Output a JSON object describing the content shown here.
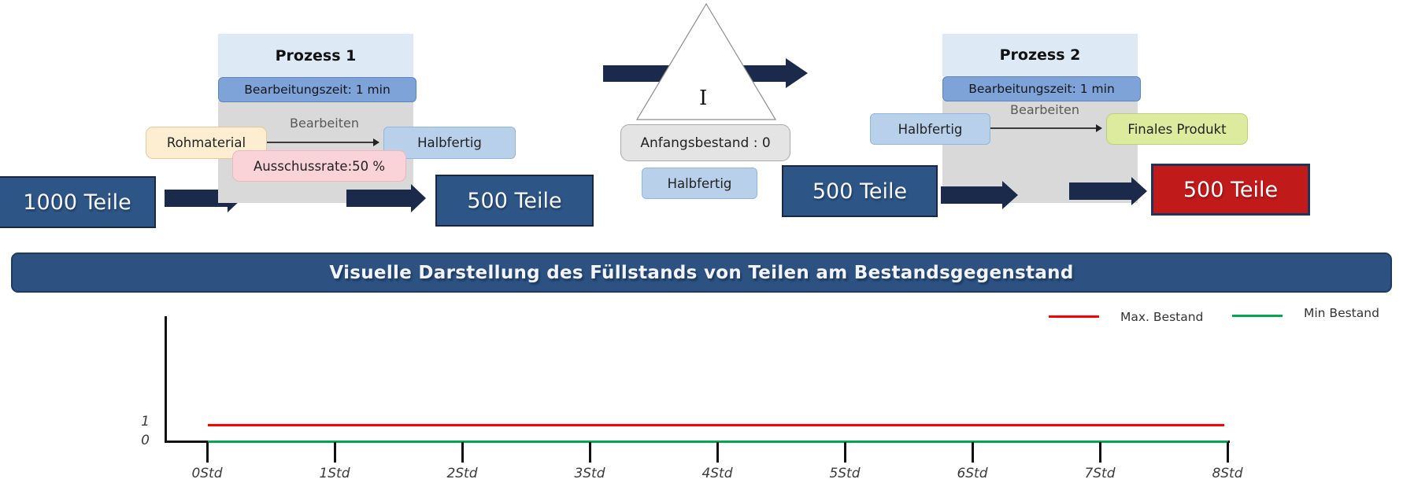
{
  "diagram": {
    "input_box": "1000 Teile",
    "arrow_between_1": "500 Teile",
    "arrow_between_2": "500 Teile",
    "output_box": "500 Teile",
    "process1": {
      "title": "Prozess 1",
      "processing_time": "Bearbeitungszeit: 1 min",
      "action": "Bearbeiten",
      "input_node": "Rohmaterial",
      "output_node": "Halbfertig",
      "scrap_rate": "Ausschussrate:50 %"
    },
    "inventory": {
      "symbol": "I",
      "initial_stock": "Anfangsbestand : 0",
      "item": "Halbfertig"
    },
    "process2": {
      "title": "Prozess 2",
      "processing_time": "Bearbeitungszeit: 1 min",
      "action": "Bearbeiten",
      "input_node": "Halbfertig",
      "output_node": "Finales Produkt"
    }
  },
  "banner": {
    "title": "Visuelle Darstellung des Füllstands von Teilen am Bestandsgegenstand"
  },
  "chart_data": {
    "type": "line",
    "title": "Visuelle Darstellung des Füllstands von Teilen am Bestandsgegenstand",
    "xlabel": "",
    "ylabel": "",
    "x_unit": "Std",
    "x_range": [
      0,
      8
    ],
    "x_tick_labels": [
      "0Std",
      "1Std",
      "2Std",
      "3Std",
      "4Std",
      "5Std",
      "6Std",
      "7Std",
      "8Std"
    ],
    "y_ticks": [
      0,
      1
    ],
    "ylim": [
      0,
      8
    ],
    "grid": false,
    "legend_position": "top-right",
    "series": [
      {
        "name": "Max. Bestand",
        "color": "#ff0000",
        "x": [
          0,
          8
        ],
        "values": [
          1,
          1
        ]
      },
      {
        "name": "Min Bestand",
        "color": "#00a651",
        "x": [
          0,
          8
        ],
        "values": [
          0,
          0
        ]
      }
    ]
  },
  "colors": {
    "navy_arrow": "#1b2a4a",
    "flow_box_blue": "#2d5585",
    "flow_box_red": "#c11a1a",
    "process_header": "#dee9f6",
    "process_body": "#d9d9d9",
    "time_badge": "#7ea3d8",
    "raw_material_node": "#fdeed2",
    "half_finished_node": "#b9d0ea",
    "scrap_badge": "#f9d3d7",
    "final_product_node": "#ddeb9f",
    "stock_badge": "#e4e4e4",
    "banner_fill": "#2d5282",
    "max_line": "#ff0000",
    "min_line": "#00a651"
  }
}
